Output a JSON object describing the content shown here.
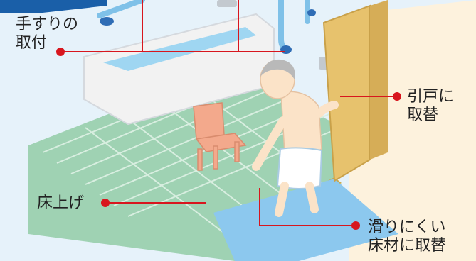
{
  "labels": {
    "handrail": {
      "line1": "手すりの",
      "line2": "取付"
    },
    "sliding_door": {
      "line1": "引戸に",
      "line2": "取替"
    },
    "floor_raise": {
      "text": "床上げ"
    },
    "nonslip_floor": {
      "line1": "滑りにくい",
      "line2": "床材に取替"
    }
  },
  "colors": {
    "leader_line": "#d8161e",
    "marker_dot": "#d8161e",
    "wall": "#e6f2fa",
    "floor_tile": "#9fd2b3",
    "tile_grout": "#d8eee0",
    "bathtub": "#f2f2f2",
    "bath_water": "#9fd6f2",
    "handrail": "#7fc1e8",
    "door": "#e7c26d",
    "chair": "#f3a98c",
    "mat": "#8cc8ee",
    "corner_tab": "#1a5fa8"
  }
}
